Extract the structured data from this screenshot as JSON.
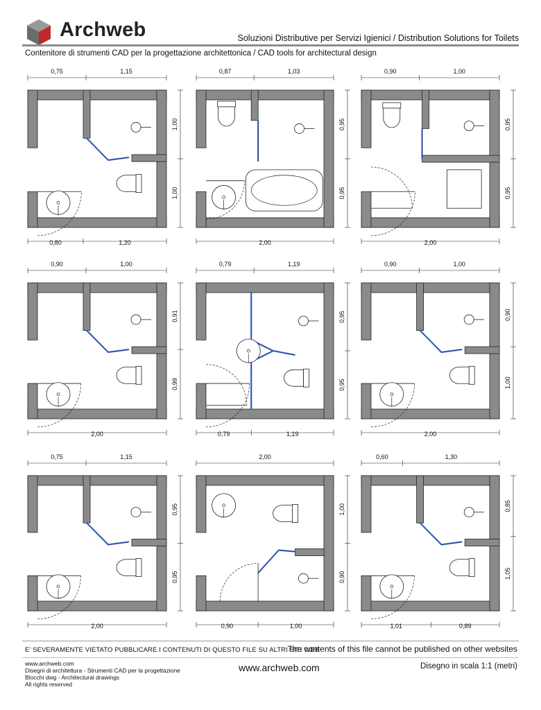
{
  "header": {
    "brand": "Archweb",
    "title": "Soluzioni Distributive per Servizi Igienici  /  Distribution Solutions for Toilets",
    "subtitle": "Contenitore di strumenti CAD per la progettazione architettonica  /  CAD tools for architectural design"
  },
  "plans": [
    {
      "top": [
        "0,75",
        "1,15"
      ],
      "right": [
        "1,00",
        "1,00"
      ],
      "bottom": [
        "0,80",
        "1,20"
      ]
    },
    {
      "top": [
        "0,87",
        "1,03"
      ],
      "right": [
        "0,95",
        "0,95"
      ],
      "bottom": [
        "2,00"
      ]
    },
    {
      "top": [
        "0,90",
        "1,00"
      ],
      "right": [
        "0,95",
        "0,95"
      ],
      "bottom": [
        "2,00"
      ]
    },
    {
      "top": [
        "0,90",
        "1,00"
      ],
      "right": [
        "0,91",
        "0,99"
      ],
      "bottom": [
        "2,00"
      ]
    },
    {
      "top": [
        "0,79",
        "1,19"
      ],
      "right": [
        "0,95",
        "0,95"
      ],
      "bottom": [
        "0,79",
        "1,19"
      ]
    },
    {
      "top": [
        "0,90",
        "1,00"
      ],
      "right": [
        "0,90",
        "1,00"
      ],
      "bottom": [
        "2,00"
      ]
    },
    {
      "top": [
        "0,75",
        "1,15"
      ],
      "right": [
        "0,95",
        "0,95"
      ],
      "bottom": [
        "2,00"
      ]
    },
    {
      "top": [
        "2,00"
      ],
      "right": [
        "1,00",
        "0,90"
      ],
      "bottom": [
        "0,90",
        "1,00"
      ]
    },
    {
      "top": [
        "0,60",
        "1,30"
      ],
      "right": [
        "0,85",
        "1,05"
      ],
      "bottom": [
        "1,01",
        "0,89"
      ]
    }
  ],
  "footer": {
    "warning_it": "E' SEVERAMENTE VIETATO PUBBLICARE I CONTENUTI DI QUESTO FILE SU ALTRI SITI WEB",
    "warning_en": "The contents of this file cannot be published on other websites",
    "lines": [
      "www.archweb.com",
      "Disegni di architettura - Strumenti CAD  per la progettazione",
      "Blocchi dwg - Architectural drawings",
      "All rights reserved"
    ],
    "site": "www.archweb.com",
    "scale": "Disegno in scala 1:1 (metri)"
  },
  "colors": {
    "wall": "#8a8a8a",
    "door_glass": "#3b6fd8",
    "line": "#222222",
    "logo_red": "#c0282d"
  }
}
